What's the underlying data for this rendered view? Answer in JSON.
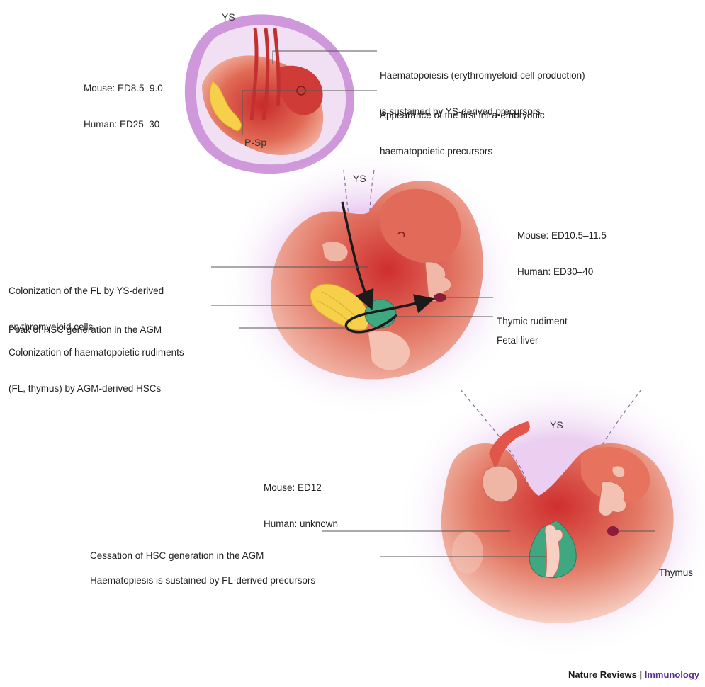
{
  "colors": {
    "tissue": "#d84a42",
    "tissue_light": "#ef9a88",
    "glow": "#d9b2e2",
    "ys_membrane": "#c98fd8",
    "psp_yellow": "#f7d24a",
    "liver_green": "#3fa880",
    "thymus": "#8b1d3a",
    "arrow": "#1b1b1b",
    "brand": "#5c2d91"
  },
  "panels": [
    {
      "stage_mouse": "Mouse: ED8.5–9.0",
      "stage_human": "Human: ED25–30",
      "labels": {
        "ys": "YS",
        "psp": "P-Sp"
      },
      "callouts": [
        {
          "lines": [
            "Haematopoiesis (erythromyeloid-cell production)",
            "is sustained by YS-derived precursors"
          ]
        },
        {
          "lines": [
            "Appearance of the first intra-embryonic",
            "haematopoietic precursors"
          ]
        }
      ]
    },
    {
      "stage_mouse": "Mouse: ED10.5–11.5",
      "stage_human": "Human: ED30–40",
      "labels": {
        "ys": "YS"
      },
      "callouts_left": [
        {
          "lines": [
            "Colonization of the FL by YS-derived",
            "erythromyeloid cells"
          ]
        },
        {
          "lines": [
            "Peak of HSC generation in the AGM"
          ]
        },
        {
          "lines": [
            "Colonization of haematopoietic rudiments",
            "(FL, thymus) by AGM-derived HSCs"
          ]
        }
      ],
      "callouts_right": [
        {
          "lines": [
            "Thymic rudiment"
          ]
        },
        {
          "lines": [
            "Fetal liver"
          ]
        }
      ]
    },
    {
      "stage_mouse": "Mouse: ED12",
      "stage_human": "Human: unknown",
      "labels": {
        "ys": "YS"
      },
      "callouts_left": [
        {
          "lines": [
            "Cessation of HSC generation in the AGM"
          ]
        },
        {
          "lines": [
            "Haematopiesis is sustained by FL-derived precursors"
          ]
        }
      ],
      "callouts_right": [
        {
          "lines": [
            "Thymus"
          ]
        }
      ]
    }
  ],
  "credit": {
    "journal": "Nature Reviews",
    "separator": " | ",
    "subject": "Immunology"
  }
}
